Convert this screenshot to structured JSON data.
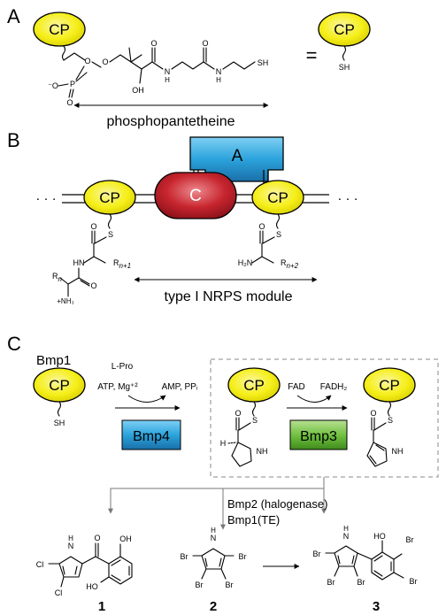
{
  "panels": {
    "a": "A",
    "b": "B",
    "c": "C"
  },
  "carrier_protein": "CP",
  "thiol": "SH",
  "sulfur": "S",
  "panel_a": {
    "phosphopantetheine": "phosphopantetheine",
    "equals": "=",
    "atoms": {
      "o": "O",
      "p": "P",
      "o_minus": "⁻O",
      "oh": "OH",
      "n_h": "N\nH"
    }
  },
  "panel_b": {
    "a_domain": "A",
    "c_domain": "C",
    "ellipsis": "· · ·",
    "module_label": "type I NRPS module",
    "left_residue": {
      "r_n1": "R",
      "r_n1_sub": "n+1",
      "r_n": "R",
      "r_n_sub": "n",
      "nh": "HN",
      "nh3": "+NH₃",
      "o": "O"
    },
    "right_residue": {
      "r_n2": "R",
      "r_n2_sub": "n+2",
      "h2n": "H₂N",
      "o": "O"
    }
  },
  "panel_c": {
    "bmp1": "Bmp1",
    "bmp4": "Bmp4",
    "bmp3": "Bmp3",
    "reagents_left_top": "L-Pro",
    "reagents_left": "ATP, Mg⁺²",
    "reagents_right": "AMP, PPᵢ",
    "fad": "FAD",
    "fadh2": "FADH₂",
    "halogenase": "Bmp2 (halogenase)",
    "te": "Bmp1(TE)",
    "h_alpha": "H",
    "nh": "NH",
    "compounds": [
      {
        "number": "1",
        "atoms": {
          "cl1": "Cl",
          "cl2": "Cl",
          "hn": "H\nN",
          "o": "O",
          "oh1": "OH",
          "oh2": "HO"
        }
      },
      {
        "number": "2",
        "atoms": {
          "br": "Br",
          "hn": "H\nN"
        }
      },
      {
        "number": "3",
        "atoms": {
          "br": "Br",
          "hn": "H\nN",
          "ho": "HO"
        }
      }
    ]
  },
  "colors": {
    "cp_fill": "#f5ef1a",
    "a_domain": "#2ba3dc",
    "c_domain": "#c8262f",
    "bmp4": "#2a9de0",
    "bmp3": "#6cbe3c"
  }
}
